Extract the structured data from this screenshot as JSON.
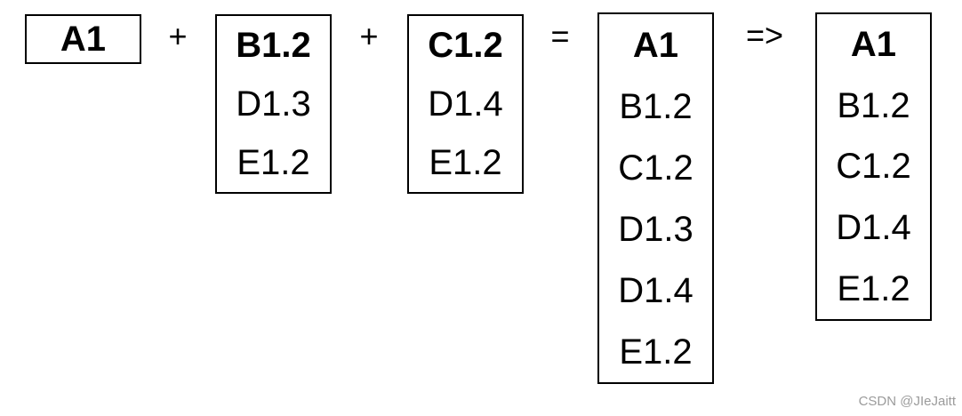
{
  "diagram": {
    "boxes": [
      {
        "id": "set-box-1",
        "items": [
          {
            "text": "A1",
            "bold": true
          }
        ]
      },
      {
        "id": "set-box-2",
        "items": [
          {
            "text": "B1.2",
            "bold": true
          },
          {
            "text": "D1.3",
            "bold": false
          },
          {
            "text": "E1.2",
            "bold": false
          }
        ]
      },
      {
        "id": "set-box-3",
        "items": [
          {
            "text": "C1.2",
            "bold": true
          },
          {
            "text": "D1.4",
            "bold": false
          },
          {
            "text": "E1.2",
            "bold": false
          }
        ]
      },
      {
        "id": "merged-set-box",
        "items": [
          {
            "text": "A1",
            "bold": true
          },
          {
            "text": "B1.2",
            "bold": false
          },
          {
            "text": "C1.2",
            "bold": false
          },
          {
            "text": "D1.3",
            "bold": false
          },
          {
            "text": "D1.4",
            "bold": false
          },
          {
            "text": "E1.2",
            "bold": false
          }
        ]
      },
      {
        "id": "final-set-box",
        "items": [
          {
            "text": "A1",
            "bold": true
          },
          {
            "text": "B1.2",
            "bold": false
          },
          {
            "text": "C1.2",
            "bold": false
          },
          {
            "text": "D1.4",
            "bold": false
          },
          {
            "text": "E1.2",
            "bold": false
          }
        ]
      }
    ],
    "operators": [
      {
        "symbol": "+"
      },
      {
        "symbol": "+"
      },
      {
        "symbol": "="
      },
      {
        "symbol": "=>"
      }
    ]
  },
  "watermark": {
    "text": "CSDN @JIeJaitt"
  },
  "colors": {
    "background": "#ffffff",
    "border": "#000000",
    "text": "#000000",
    "watermark": "#9b9b9b"
  }
}
